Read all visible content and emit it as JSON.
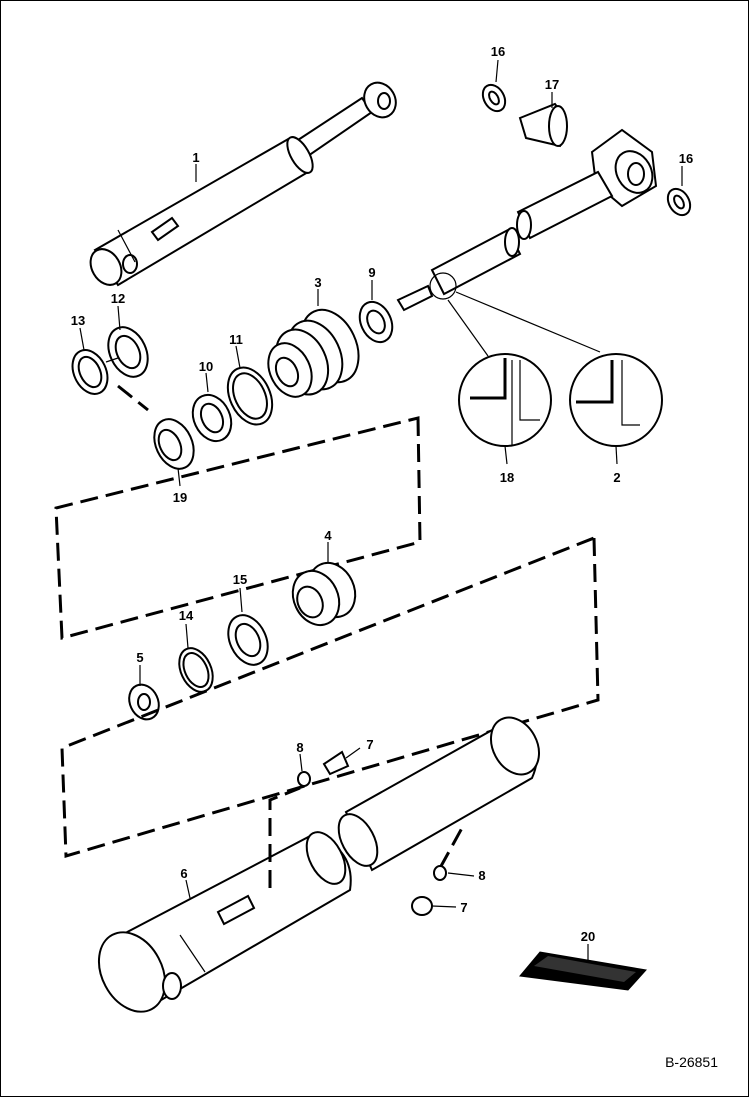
{
  "figure": {
    "reference": "B-26851"
  },
  "callouts": {
    "c1": "1",
    "c2": "2",
    "c3": "3",
    "c4": "4",
    "c5": "5",
    "c6": "6",
    "c7a": "7",
    "c7b": "7",
    "c8a": "8",
    "c8b": "8",
    "c9": "9",
    "c10": "10",
    "c11": "11",
    "c12": "12",
    "c13": "13",
    "c14": "14",
    "c15": "15",
    "c16a": "16",
    "c16b": "16",
    "c17": "17",
    "c18": "18",
    "c19": "19",
    "c20": "20"
  }
}
